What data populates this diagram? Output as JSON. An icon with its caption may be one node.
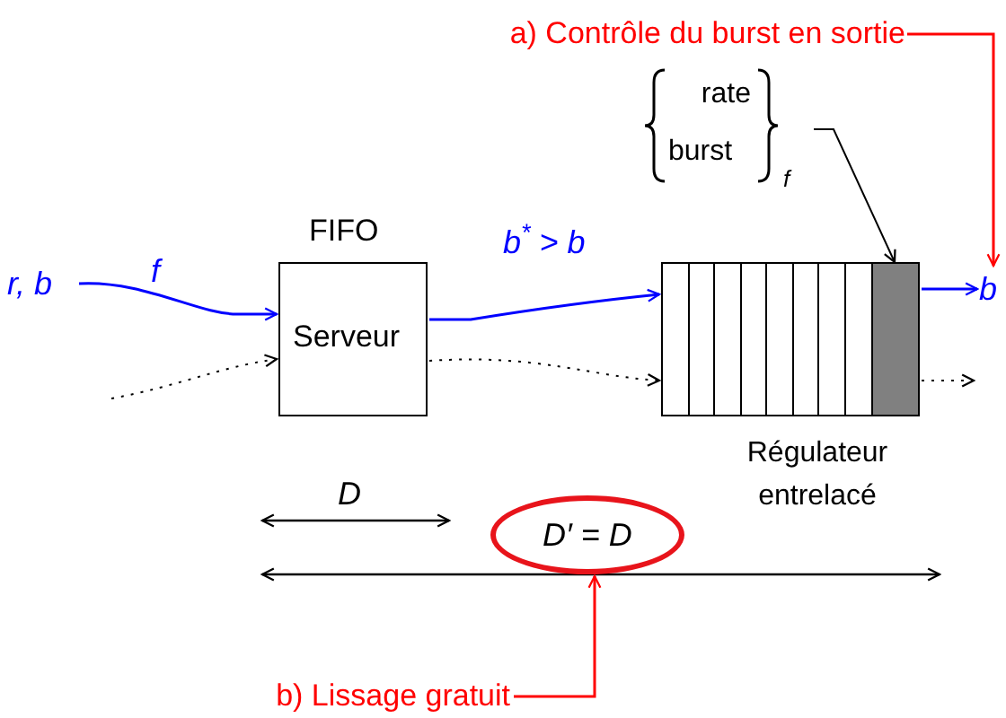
{
  "diagram": {
    "nodes": [
      {
        "text": [
          "r, b"
        ]
      },
      {
        "text": [
          "FIFO",
          "Serveur"
        ]
      },
      {
        "text": [],
        "shape": "box",
        "beside": [
          "Régulateur entrelacé"
        ]
      },
      {
        "text": [],
        "shape": "box",
        "in": 2
      },
      {
        "text": [],
        "shape": "box",
        "in": 2
      },
      {
        "text": [],
        "shape": "box",
        "in": 2
      },
      {
        "text": [],
        "shape": "box",
        "in": 2
      },
      {
        "text": [],
        "shape": "box",
        "in": 2
      },
      {
        "text": [],
        "shape": "box",
        "in": 2
      },
      {
        "text": [],
        "shape": "box",
        "in": 2
      },
      {
        "text": [],
        "shape": "box",
        "in": 2
      },
      {
        "text": [],
        "shape": "box",
        "in": 2
      },
      {
        "text": [
          "b"
        ]
      },
      {
        "text": [
          "a) Contrôle du burst en sortie"
        ]
      },
      {
        "text": [
          "rate",
          "burst",
          "f"
        ]
      },
      {
        "text": [
          "D′ = D"
        ]
      },
      {
        "text": [
          "b) Lissage gratuit"
        ]
      }
    ],
    "edges": [
      {
        "from": 0,
        "to": 1,
        "arrow": "to",
        "label": "f",
        "color": "#0000ff"
      },
      {
        "from": 1,
        "to": 2,
        "arrow": "to",
        "label": "b$^{*}$ > b",
        "color": "#0000ff"
      },
      {
        "from": 2,
        "to": 12,
        "arrow": "to",
        "color": "#0000ff"
      },
      {
        "from": null,
        "to": 1,
        "arrow": "to",
        "style": "dashed"
      },
      {
        "from": 1,
        "to": 2,
        "arrow": "to",
        "style": "dashed"
      },
      {
        "from": 2,
        "to": null,
        "arrow": "to",
        "style": "dashed"
      },
      {
        "from": 13,
        "to": 12,
        "arrow": "to",
        "color": "#ff0000"
      },
      {
        "from": 14,
        "to": 11,
        "arrow": "to"
      },
      {
        "from": 16,
        "to": 15,
        "arrow": "to",
        "color": "#ff0000"
      }
    ],
    "labels": [
      "D"
    ]
  }
}
